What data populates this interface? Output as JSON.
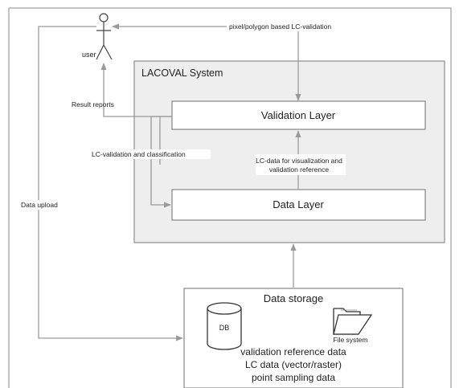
{
  "diagram": {
    "actor_label": "user",
    "system_title": "LACOVAL System",
    "validation_layer_label": "Validation Layer",
    "data_layer_label": "Data Layer",
    "storage_title": "Data storage",
    "db_label": "DB",
    "file_system_label": "File system",
    "storage_line_1": "validation reference data",
    "storage_line_2": "LC data (vector/raster)",
    "storage_line_3": "point sampling data",
    "edge_pixel_polygon": "pixel/polygon based LC-validation",
    "edge_result_reports": "Result reports",
    "edge_lc_validation_classification": "LC-validation and classification",
    "edge_lc_data_line_1": "LC-data for visualization and",
    "edge_lc_data_line_2": "validation reference",
    "edge_data_upload": "Data upload"
  },
  "colors": {
    "system_fill": "#eeeeee",
    "system_stroke": "#8c8c8c",
    "arrow": "#9a9a9a",
    "box_stroke": "#6f6f6f",
    "text": "#222222"
  }
}
